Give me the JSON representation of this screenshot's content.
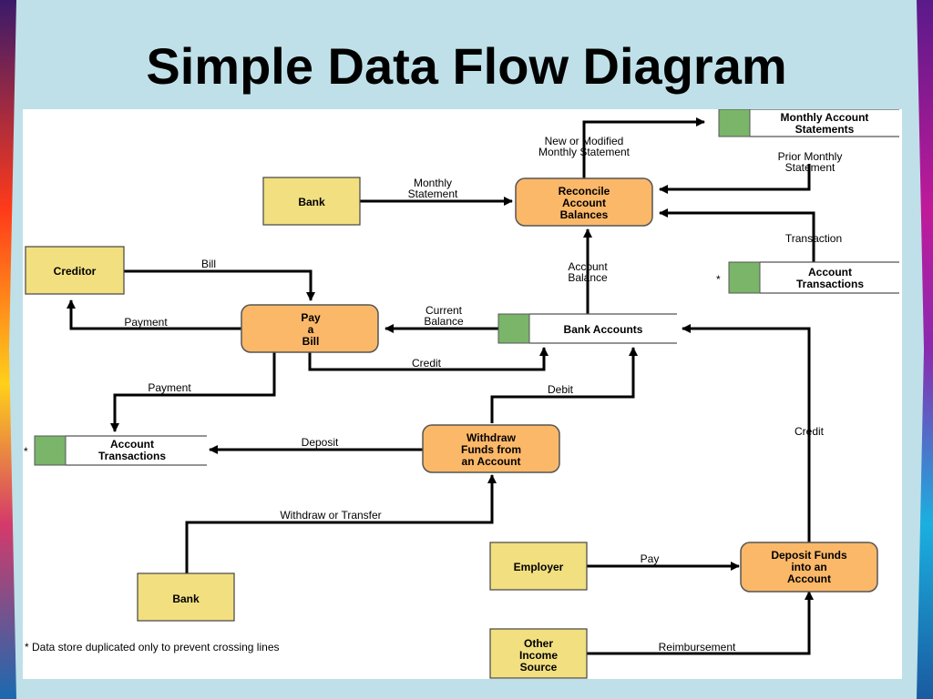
{
  "slide": {
    "title": "Simple Data Flow Diagram",
    "footnote": "* Data store duplicated only to prevent crossing lines"
  },
  "entities": {
    "bank_top": "Bank",
    "creditor": "Creditor",
    "bank_bottom": "Bank",
    "employer": "Employer",
    "other_income": [
      "Other",
      "Income",
      "Source"
    ]
  },
  "processes": {
    "reconcile": [
      "Reconcile",
      "Account",
      "Balances"
    ],
    "pay_bill": [
      "Pay",
      "a",
      "Bill"
    ],
    "withdraw": [
      "Withdraw",
      "Funds from",
      "an Account"
    ],
    "deposit": [
      "Deposit Funds",
      "into an",
      "Account"
    ]
  },
  "stores": {
    "monthly_statements": [
      "Monthly Account",
      "Statements"
    ],
    "account_transactions_right": [
      "Account",
      "Transactions"
    ],
    "bank_accounts": [
      "Bank Accounts"
    ],
    "account_transactions_left": [
      "Account",
      "Transactions"
    ],
    "duplicate_marker": "*"
  },
  "flows": {
    "monthly_statement": [
      "Monthly",
      "Statement"
    ],
    "new_modified_statement": [
      "New or Modified",
      "Monthly Statement"
    ],
    "prior_monthly_statement": [
      "Prior Monthly",
      "Statement"
    ],
    "transaction": "Transaction",
    "account_balance": [
      "Account",
      "Balance"
    ],
    "bill": "Bill",
    "payment_creditor": "Payment",
    "current_balance": [
      "Current",
      "Balance"
    ],
    "credit_pay": "Credit",
    "payment_transactions": "Payment",
    "debit": "Debit",
    "deposit": "Deposit",
    "withdraw_transfer": "Withdraw or Transfer",
    "credit_deposit": "Credit",
    "pay": "Pay",
    "reimbursement": "Reimbursement"
  },
  "colors": {
    "entity_fill": "#f2df80",
    "process_fill": "#fbb869",
    "store_marker": "#7ab56a",
    "border_left_gradient": [
      "#8a1a7a",
      "#ff4a1a",
      "#1a5aa0"
    ],
    "border_right_gradient": [
      "#6a1a8a",
      "#d21a8a",
      "#1aa0d0"
    ]
  }
}
